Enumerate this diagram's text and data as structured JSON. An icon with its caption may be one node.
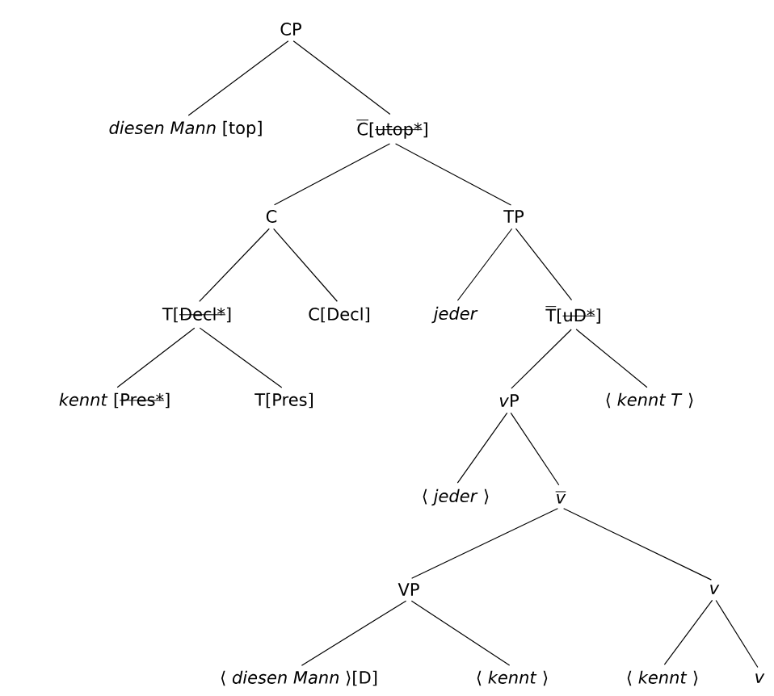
{
  "diagram": {
    "nodes": [
      {
        "text": [
          "CP"
        ]
      },
      {
        "text": [
          "*diesen Mann* [top]"
        ]
      },
      {
        "text": [
          "C",
          "[utop*]"
        ]
      },
      {
        "text": [
          "C"
        ]
      },
      {
        "text": [
          "TP"
        ]
      },
      {
        "text": [
          "T",
          "[Decl*]"
        ]
      },
      {
        "text": [
          "C[Decl]"
        ]
      },
      {
        "text": [
          "*jeder*"
        ]
      },
      {
        "text": [
          "T",
          "[uD*]"
        ]
      },
      {
        "text": [
          "*kennt*",
          "[Pres*]"
        ]
      },
      {
        "text": [
          "T[Pres]"
        ]
      },
      {
        "text": [
          "*v*",
          "P"
        ]
      },
      {
        "text": [
          "⟨ *kennt T* ⟩"
        ]
      },
      {
        "text": [
          "⟨ *jeder* ⟩"
        ]
      },
      {
        "text": [
          "*v*"
        ]
      },
      {
        "text": [
          "VP"
        ]
      },
      {
        "text": [
          "*v*"
        ]
      },
      {
        "text": [
          "⟨ *diesen Mann* ⟩[D]"
        ]
      },
      {
        "text": [
          "⟨ *kennt* ⟩"
        ]
      },
      {
        "text": [
          "⟨ *kennt* ⟩"
        ]
      },
      {
        "text": [
          "*v*"
        ]
      }
    ],
    "edges": [
      {
        "from": 0,
        "to": 1,
        "arrow": "none"
      },
      {
        "from": 0,
        "to": 2,
        "arrow": "none"
      },
      {
        "from": 2,
        "to": 3,
        "arrow": "none"
      },
      {
        "from": 2,
        "to": 4,
        "arrow": "none"
      },
      {
        "from": 3,
        "to": 5,
        "arrow": "none"
      },
      {
        "from": 3,
        "to": 6,
        "arrow": "none"
      },
      {
        "from": 4,
        "to": 7,
        "arrow": "none"
      },
      {
        "from": 4,
        "to": 8,
        "arrow": "none"
      },
      {
        "from": 5,
        "to": 9,
        "arrow": "none"
      },
      {
        "from": 5,
        "to": 10,
        "arrow": "none"
      },
      {
        "from": 8,
        "to": 11,
        "arrow": "none"
      },
      {
        "from": 8,
        "to": 12,
        "arrow": "none"
      },
      {
        "from": 11,
        "to": 13,
        "arrow": "none"
      },
      {
        "from": 11,
        "to": 14,
        "arrow": "none"
      },
      {
        "from": 14,
        "to": 15,
        "arrow": "none"
      },
      {
        "from": 14,
        "to": 16,
        "arrow": "none"
      },
      {
        "from": 15,
        "to": 17,
        "arrow": "none"
      },
      {
        "from": 15,
        "to": 18,
        "arrow": "none"
      },
      {
        "from": 16,
        "to": 19,
        "arrow": "none"
      },
      {
        "from": 16,
        "to": 20,
        "arrow": "none"
      }
    ]
  }
}
